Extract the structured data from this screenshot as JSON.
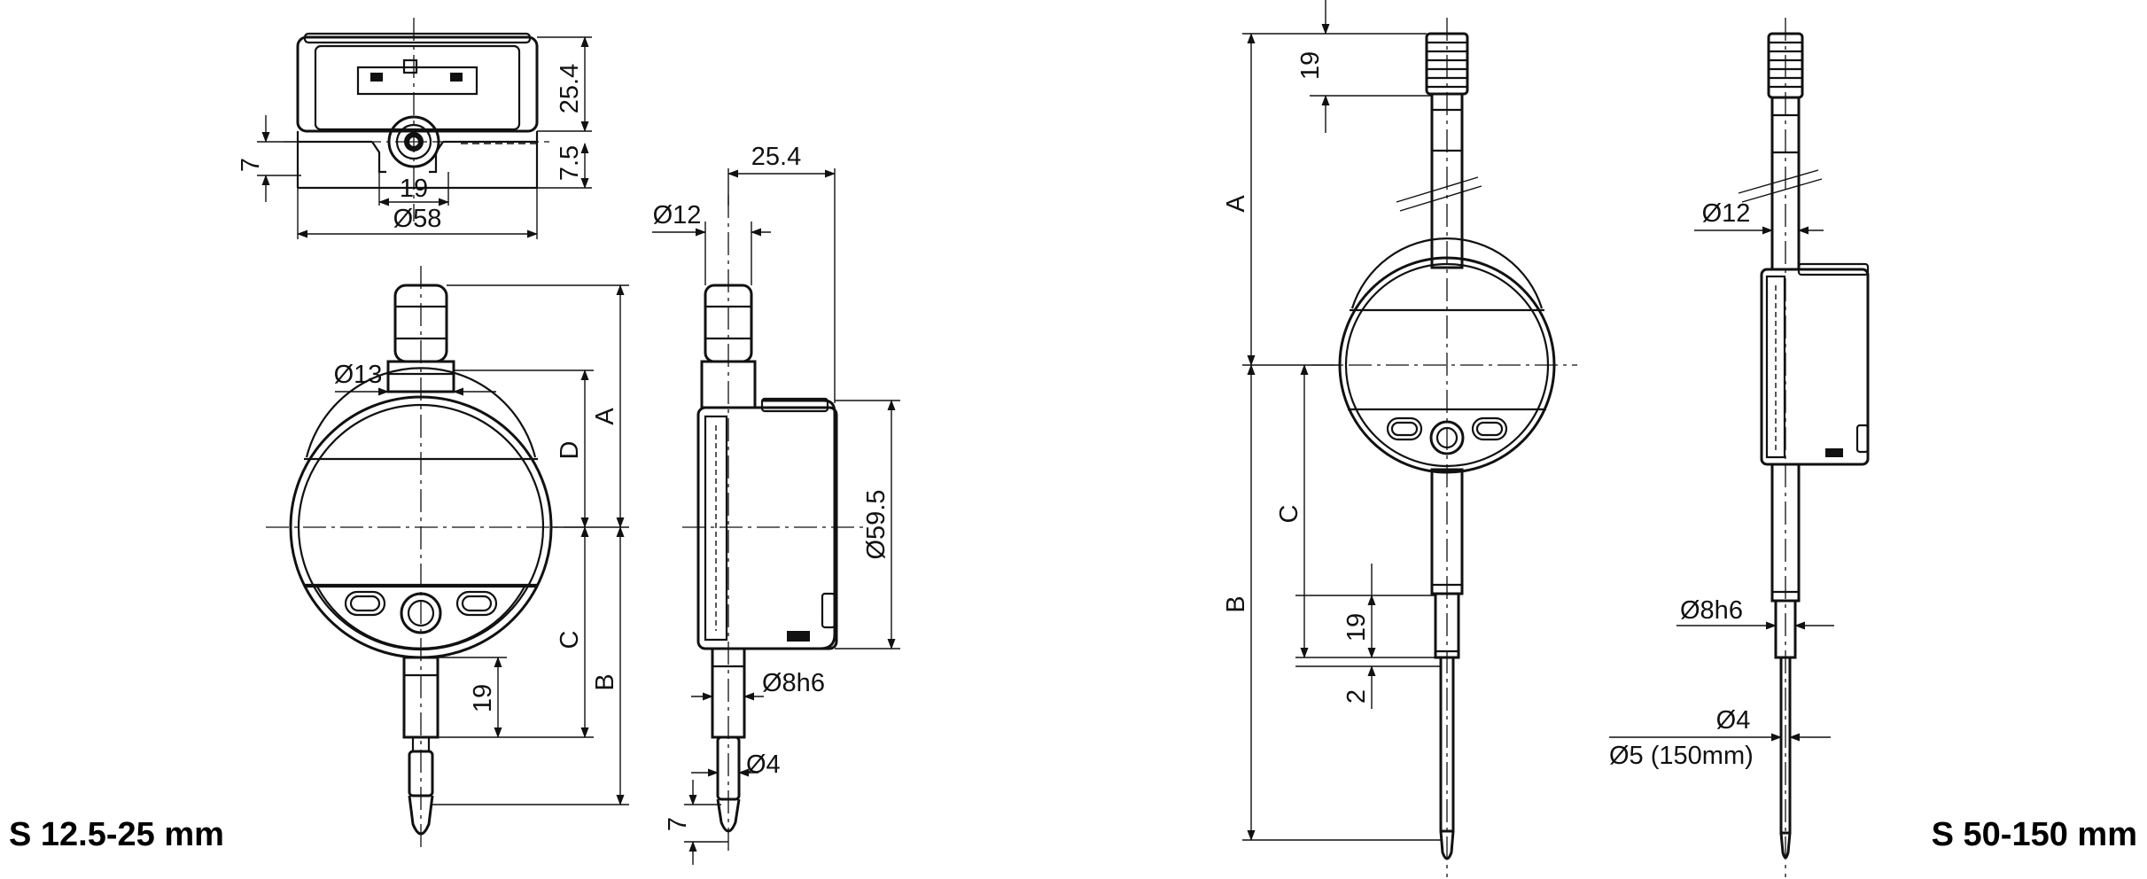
{
  "titles": {
    "left": "S 12.5-25 mm",
    "right": "S 50-150 mm"
  },
  "dims": {
    "top_view": {
      "height": "25.4",
      "foot": "7",
      "lug": "7.5",
      "slot": "19",
      "diameter": "Ø58"
    },
    "front_small": {
      "d13": "Ø13",
      "D": "D",
      "A": "A",
      "C": "C",
      "B": "B",
      "d19": "19"
    },
    "side_small": {
      "depth": "25.4",
      "d12": "Ø12",
      "d59": "Ø59.5",
      "d8h6": "Ø8h6",
      "d4": "Ø4",
      "d7": "7"
    },
    "front_large": {
      "top19": "19",
      "A": "A",
      "B": "B",
      "C": "C",
      "d19": "19",
      "d2": "2"
    },
    "side_large": {
      "d12": "Ø12",
      "d8h6": "Ø8h6",
      "d4": "Ø4",
      "d5": "Ø5 (150mm)"
    }
  }
}
